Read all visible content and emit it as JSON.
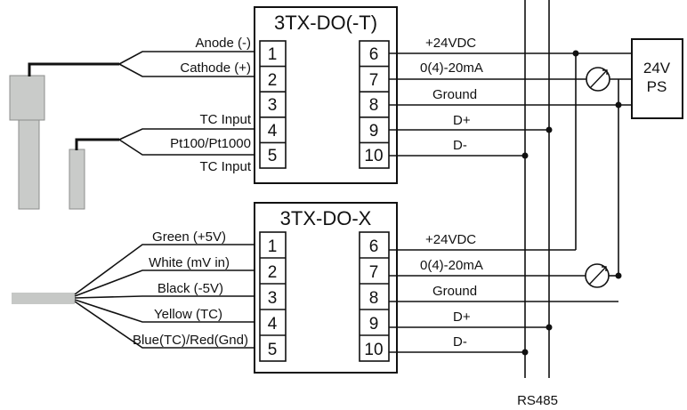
{
  "device_top": {
    "title": "3TX-DO(-T)",
    "left_terminals": [
      "1",
      "2",
      "3",
      "4",
      "5"
    ],
    "right_terminals": [
      "6",
      "7",
      "8",
      "9",
      "10"
    ],
    "left_labels": [
      "Anode (-)",
      "Cathode (+)",
      "TC Input",
      "Pt100/Pt1000",
      "TC Input"
    ],
    "right_labels": [
      "+24VDC",
      "0(4)-20mA",
      "Ground",
      "D+",
      "D-"
    ]
  },
  "device_bottom": {
    "title": "3TX-DO-X",
    "left_terminals": [
      "1",
      "2",
      "3",
      "4",
      "5"
    ],
    "right_terminals": [
      "6",
      "7",
      "8",
      "9",
      "10"
    ],
    "left_labels": [
      "Green (+5V)",
      "White (mV in)",
      "Black (-5V)",
      "Yellow (TC)",
      "Blue(TC)/Red(Gnd)"
    ],
    "right_labels": [
      "+24VDC",
      "0(4)-20mA",
      "Ground",
      "D+",
      "D-"
    ]
  },
  "power_supply": {
    "line1": "24V",
    "line2": "PS"
  },
  "bus_label": "RS485"
}
